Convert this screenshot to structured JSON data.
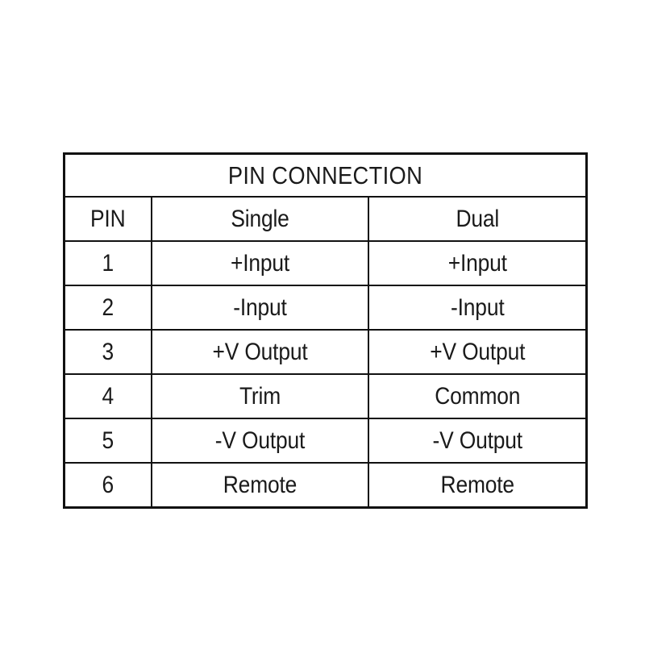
{
  "table": {
    "title": "PIN CONNECTION",
    "columns": [
      "PIN",
      "Single",
      "Dual"
    ],
    "rows": [
      {
        "pin": "1",
        "single": "+Input",
        "dual": "+Input"
      },
      {
        "pin": "2",
        "single": "-Input",
        "dual": "-Input"
      },
      {
        "pin": "3",
        "single": "+V Output",
        "dual": "+V Output"
      },
      {
        "pin": "4",
        "single": "Trim",
        "dual": "Common"
      },
      {
        "pin": "5",
        "single": "-V Output",
        "dual": "-V Output"
      },
      {
        "pin": "6",
        "single": "Remote",
        "dual": "Remote"
      }
    ]
  },
  "colors": {
    "background": "#ffffff",
    "border": "#111111",
    "text": "#1a1a1a"
  }
}
